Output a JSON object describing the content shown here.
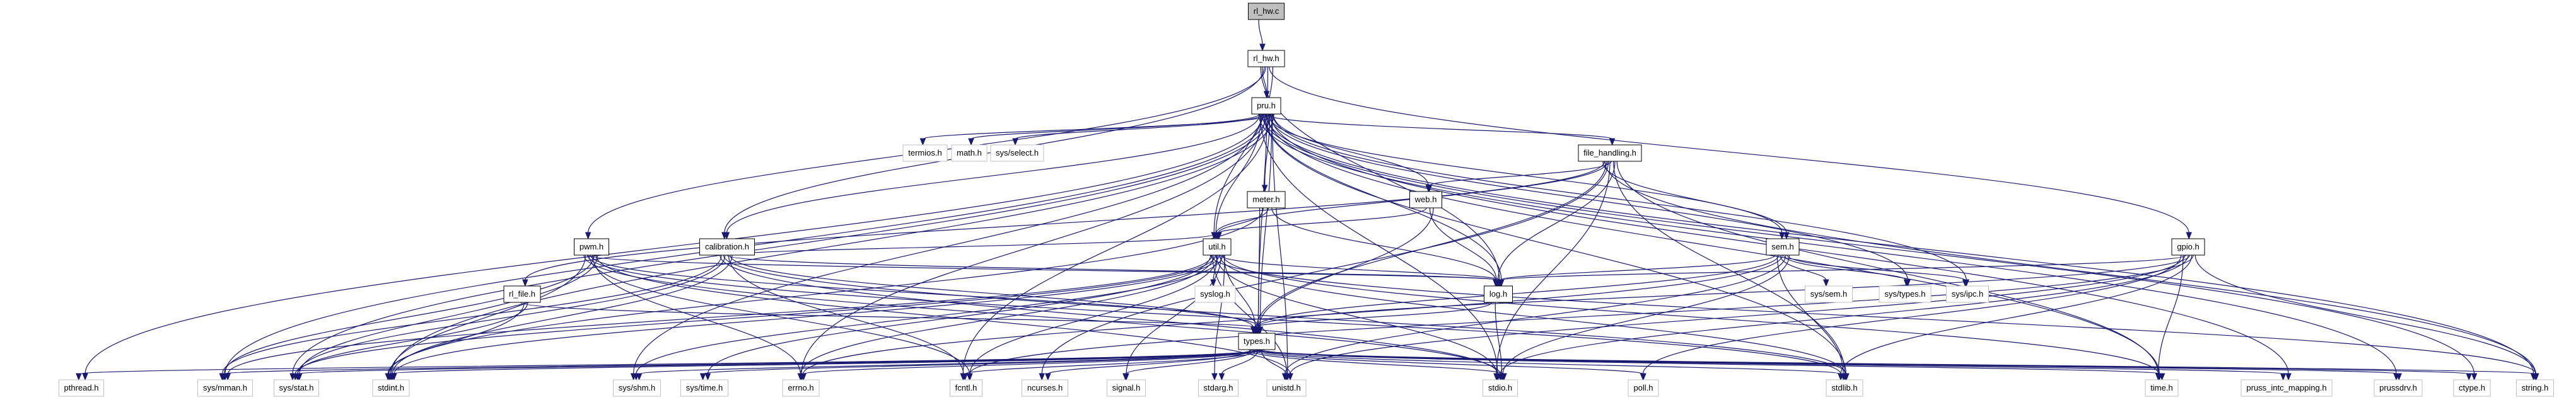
{
  "title": "rl_hw.c include dependency graph",
  "colors": {
    "edge": "#191970",
    "root_fill": "#bfbfbf",
    "documented_border": "#000000",
    "undocumented_border": "#bfbfbf",
    "node_fill": "#ffffff"
  },
  "nodes": [
    {
      "id": "rl_hw_c",
      "label": "rl_hw.c",
      "kind": "root"
    },
    {
      "id": "rl_hw_h",
      "label": "rl_hw.h",
      "kind": "documented"
    },
    {
      "id": "pru_h",
      "label": "pru.h",
      "kind": "documented"
    },
    {
      "id": "termios_h",
      "label": "termios.h",
      "kind": "system"
    },
    {
      "id": "math_h",
      "label": "math.h",
      "kind": "system"
    },
    {
      "id": "sys_select_h",
      "label": "sys/select.h",
      "kind": "system"
    },
    {
      "id": "file_handling_h",
      "label": "file_handling.h",
      "kind": "documented"
    },
    {
      "id": "meter_h",
      "label": "meter.h",
      "kind": "documented"
    },
    {
      "id": "web_h",
      "label": "web.h",
      "kind": "documented"
    },
    {
      "id": "pwm_h",
      "label": "pwm.h",
      "kind": "documented"
    },
    {
      "id": "calibration_h",
      "label": "calibration.h",
      "kind": "documented"
    },
    {
      "id": "util_h",
      "label": "util.h",
      "kind": "documented"
    },
    {
      "id": "sem_h",
      "label": "sem.h",
      "kind": "documented"
    },
    {
      "id": "gpio_h",
      "label": "gpio.h",
      "kind": "documented"
    },
    {
      "id": "rl_file_h",
      "label": "rl_file.h",
      "kind": "documented"
    },
    {
      "id": "syslog_h",
      "label": "syslog.h",
      "kind": "system"
    },
    {
      "id": "log_h",
      "label": "log.h",
      "kind": "documented"
    },
    {
      "id": "sys_sem_h",
      "label": "sys/sem.h",
      "kind": "system"
    },
    {
      "id": "sys_types_h",
      "label": "sys/types.h",
      "kind": "system"
    },
    {
      "id": "sys_ipc_h",
      "label": "sys/ipc.h",
      "kind": "system"
    },
    {
      "id": "types_h",
      "label": "types.h",
      "kind": "documented"
    },
    {
      "id": "pthread_h",
      "label": "pthread.h",
      "kind": "system"
    },
    {
      "id": "sys_mman_h",
      "label": "sys/mman.h",
      "kind": "system"
    },
    {
      "id": "sys_stat_h",
      "label": "sys/stat.h",
      "kind": "system"
    },
    {
      "id": "stdint_h",
      "label": "stdint.h",
      "kind": "system"
    },
    {
      "id": "sys_shm_h",
      "label": "sys/shm.h",
      "kind": "system"
    },
    {
      "id": "sys_time_h",
      "label": "sys/time.h",
      "kind": "system"
    },
    {
      "id": "errno_h",
      "label": "errno.h",
      "kind": "system"
    },
    {
      "id": "fcntl_h",
      "label": "fcntl.h",
      "kind": "system"
    },
    {
      "id": "ncurses_h",
      "label": "ncurses.h",
      "kind": "system"
    },
    {
      "id": "signal_h",
      "label": "signal.h",
      "kind": "system"
    },
    {
      "id": "stdarg_h",
      "label": "stdarg.h",
      "kind": "system"
    },
    {
      "id": "unistd_h",
      "label": "unistd.h",
      "kind": "system"
    },
    {
      "id": "stdio_h",
      "label": "stdio.h",
      "kind": "system"
    },
    {
      "id": "poll_h",
      "label": "poll.h",
      "kind": "system"
    },
    {
      "id": "stdlib_h",
      "label": "stdlib.h",
      "kind": "system"
    },
    {
      "id": "time_h",
      "label": "time.h",
      "kind": "system"
    },
    {
      "id": "pruss_intc_mapping_h",
      "label": "pruss_intc_mapping.h",
      "kind": "system"
    },
    {
      "id": "prussdrv_h",
      "label": "prussdrv.h",
      "kind": "system"
    },
    {
      "id": "ctype_h",
      "label": "ctype.h",
      "kind": "system"
    },
    {
      "id": "string_h",
      "label": "string.h",
      "kind": "system"
    }
  ],
  "edges": [
    [
      "rl_hw_c",
      "rl_hw_h"
    ],
    [
      "rl_hw_h",
      "pru_h"
    ],
    [
      "rl_hw_h",
      "pwm_h"
    ],
    [
      "rl_hw_h",
      "gpio_h"
    ],
    [
      "rl_hw_h",
      "util_h"
    ],
    [
      "rl_hw_h",
      "log_h"
    ],
    [
      "rl_hw_h",
      "calibration_h"
    ],
    [
      "rl_hw_h",
      "types_h"
    ],
    [
      "pru_h",
      "termios_h"
    ],
    [
      "pru_h",
      "math_h"
    ],
    [
      "pru_h",
      "sys_select_h"
    ],
    [
      "pru_h",
      "file_handling_h"
    ],
    [
      "pru_h",
      "meter_h"
    ],
    [
      "pru_h",
      "web_h"
    ],
    [
      "pru_h",
      "util_h"
    ],
    [
      "pru_h",
      "log_h"
    ],
    [
      "pru_h",
      "sem_h"
    ],
    [
      "pru_h",
      "types_h"
    ],
    [
      "pru_h",
      "calibration_h"
    ],
    [
      "pru_h",
      "pthread_h"
    ],
    [
      "pru_h",
      "sys_mman_h"
    ],
    [
      "pru_h",
      "sys_stat_h"
    ],
    [
      "pru_h",
      "stdint_h"
    ],
    [
      "pru_h",
      "sys_shm_h"
    ],
    [
      "pru_h",
      "errno_h"
    ],
    [
      "pru_h",
      "fcntl_h"
    ],
    [
      "pru_h",
      "unistd_h"
    ],
    [
      "pru_h",
      "stdio_h"
    ],
    [
      "pru_h",
      "stdlib_h"
    ],
    [
      "pru_h",
      "time_h"
    ],
    [
      "pru_h",
      "pruss_intc_mapping_h"
    ],
    [
      "pru_h",
      "prussdrv_h"
    ],
    [
      "pru_h",
      "ctype_h"
    ],
    [
      "pru_h",
      "string_h"
    ],
    [
      "pru_h",
      "sys_types_h"
    ],
    [
      "pru_h",
      "sys_ipc_h"
    ],
    [
      "file_handling_h",
      "rl_file_h"
    ],
    [
      "file_handling_h",
      "util_h"
    ],
    [
      "file_handling_h",
      "web_h"
    ],
    [
      "file_handling_h",
      "log_h"
    ],
    [
      "file_handling_h",
      "sem_h"
    ],
    [
      "file_handling_h",
      "types_h"
    ],
    [
      "file_handling_h",
      "stdio_h"
    ],
    [
      "file_handling_h",
      "stdlib_h"
    ],
    [
      "file_handling_h",
      "time_h"
    ],
    [
      "file_handling_h",
      "string_h"
    ],
    [
      "file_handling_h",
      "ncurses_h"
    ],
    [
      "meter_h",
      "util_h"
    ],
    [
      "meter_h",
      "log_h"
    ],
    [
      "meter_h",
      "types_h"
    ],
    [
      "meter_h",
      "stdint_h"
    ],
    [
      "web_h",
      "util_h"
    ],
    [
      "web_h",
      "log_h"
    ],
    [
      "web_h",
      "types_h"
    ],
    [
      "pwm_h",
      "log_h"
    ],
    [
      "pwm_h",
      "types_h"
    ],
    [
      "pwm_h",
      "sys_mman_h"
    ],
    [
      "pwm_h",
      "sys_stat_h"
    ],
    [
      "pwm_h",
      "stdint_h"
    ],
    [
      "pwm_h",
      "fcntl_h"
    ],
    [
      "pwm_h",
      "errno_h"
    ],
    [
      "pwm_h",
      "unistd_h"
    ],
    [
      "pwm_h",
      "stdio_h"
    ],
    [
      "pwm_h",
      "stdlib_h"
    ],
    [
      "calibration_h",
      "log_h"
    ],
    [
      "calibration_h",
      "types_h"
    ],
    [
      "calibration_h",
      "util_h"
    ],
    [
      "calibration_h",
      "sys_mman_h"
    ],
    [
      "calibration_h",
      "sys_stat_h"
    ],
    [
      "calibration_h",
      "fcntl_h"
    ],
    [
      "calibration_h",
      "stdint_h"
    ],
    [
      "calibration_h",
      "stdio_h"
    ],
    [
      "calibration_h",
      "stdlib_h"
    ],
    [
      "util_h",
      "syslog_h"
    ],
    [
      "util_h",
      "log_h"
    ],
    [
      "util_h",
      "types_h"
    ],
    [
      "util_h",
      "sys_mman_h"
    ],
    [
      "util_h",
      "sys_stat_h"
    ],
    [
      "util_h",
      "stdint_h"
    ],
    [
      "util_h",
      "sys_shm_h"
    ],
    [
      "util_h",
      "sys_time_h"
    ],
    [
      "util_h",
      "errno_h"
    ],
    [
      "util_h",
      "fcntl_h"
    ],
    [
      "util_h",
      "signal_h"
    ],
    [
      "util_h",
      "stdarg_h"
    ],
    [
      "util_h",
      "unistd_h"
    ],
    [
      "util_h",
      "stdio_h"
    ],
    [
      "util_h",
      "stdlib_h"
    ],
    [
      "util_h",
      "time_h"
    ],
    [
      "util_h",
      "string_h"
    ],
    [
      "sem_h",
      "sys_sem_h"
    ],
    [
      "sem_h",
      "sys_types_h"
    ],
    [
      "sem_h",
      "sys_ipc_h"
    ],
    [
      "sem_h",
      "log_h"
    ],
    [
      "sem_h",
      "types_h"
    ],
    [
      "sem_h",
      "errno_h"
    ],
    [
      "sem_h",
      "unistd_h"
    ],
    [
      "sem_h",
      "stdio_h"
    ],
    [
      "sem_h",
      "stdlib_h"
    ],
    [
      "gpio_h",
      "log_h"
    ],
    [
      "gpio_h",
      "types_h"
    ],
    [
      "gpio_h",
      "fcntl_h"
    ],
    [
      "gpio_h",
      "poll_h"
    ],
    [
      "gpio_h",
      "unistd_h"
    ],
    [
      "gpio_h",
      "stdio_h"
    ],
    [
      "gpio_h",
      "stdlib_h"
    ],
    [
      "gpio_h",
      "string_h"
    ],
    [
      "gpio_h",
      "time_h"
    ],
    [
      "rl_file_h",
      "types_h"
    ],
    [
      "rl_file_h",
      "stdint_h"
    ],
    [
      "rl_file_h",
      "sys_stat_h"
    ],
    [
      "log_h",
      "types_h"
    ],
    [
      "log_h",
      "stdio_h"
    ],
    [
      "types_h",
      "sys_mman_h"
    ],
    [
      "types_h",
      "sys_stat_h"
    ],
    [
      "types_h",
      "stdint_h"
    ],
    [
      "types_h",
      "sys_shm_h"
    ],
    [
      "types_h",
      "sys_time_h"
    ],
    [
      "types_h",
      "errno_h"
    ],
    [
      "types_h",
      "fcntl_h"
    ],
    [
      "types_h",
      "ncurses_h"
    ],
    [
      "types_h",
      "signal_h"
    ],
    [
      "types_h",
      "stdarg_h"
    ],
    [
      "types_h",
      "unistd_h"
    ],
    [
      "types_h",
      "stdio_h"
    ],
    [
      "types_h",
      "poll_h"
    ],
    [
      "types_h",
      "stdlib_h"
    ],
    [
      "types_h",
      "time_h"
    ],
    [
      "types_h",
      "pruss_intc_mapping_h"
    ],
    [
      "types_h",
      "prussdrv_h"
    ],
    [
      "types_h",
      "ctype_h"
    ],
    [
      "types_h",
      "string_h"
    ],
    [
      "types_h",
      "pthread_h"
    ]
  ]
}
